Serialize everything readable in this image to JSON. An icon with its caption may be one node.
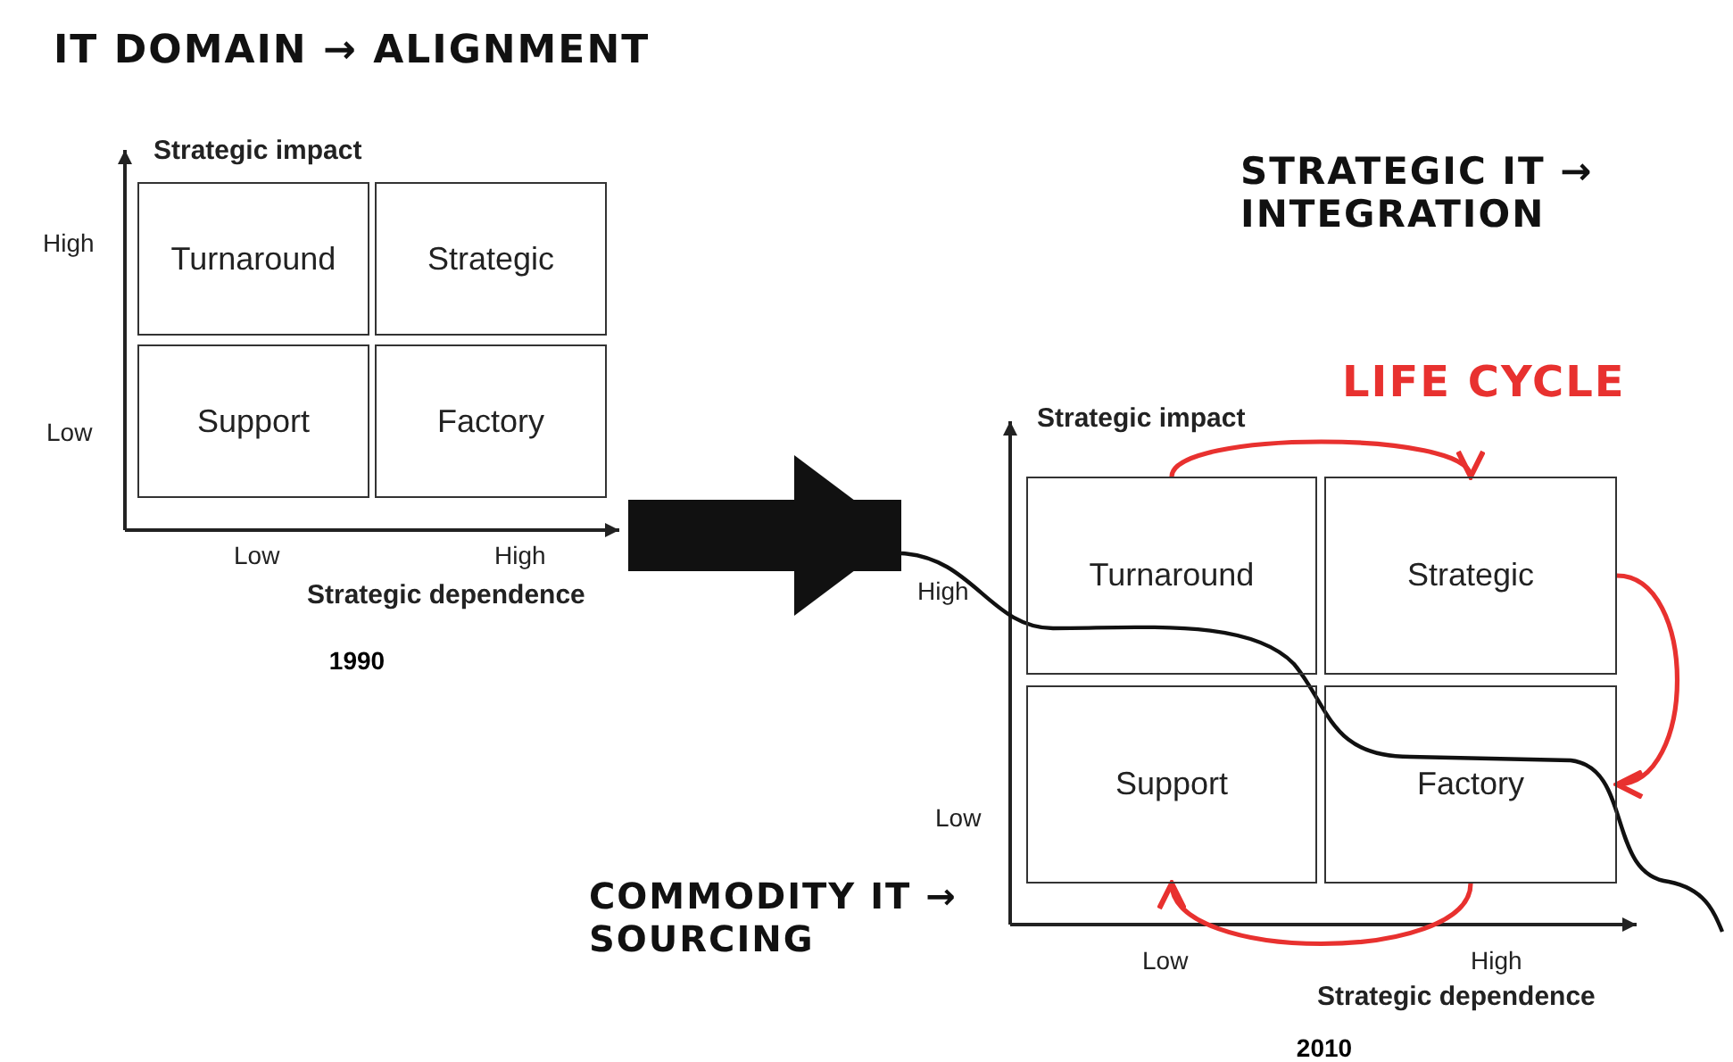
{
  "diagram": {
    "nodes": [
      {
        "text": [
          "1990"
        ]
      },
      {
        "text": [
          "Turnaround"
        ],
        "in": 0
      },
      {
        "text": [
          "Strategic"
        ],
        "in": 0
      },
      {
        "text": [
          "Support"
        ],
        "in": 0
      },
      {
        "text": [
          "Factory"
        ],
        "in": 0
      },
      {
        "text": [
          "2010"
        ]
      },
      {
        "text": [
          "Turnaround"
        ],
        "in": 5
      },
      {
        "text": [
          "Strategic"
        ],
        "in": 5
      },
      {
        "text": [
          "Support"
        ],
        "in": 5
      },
      {
        "text": [
          "Factory"
        ],
        "in": 5
      }
    ],
    "edges": [
      {
        "from": 0,
        "to": 5,
        "arrow": "to",
        "style": "thick",
        "color": "#111111"
      },
      {
        "from": 6,
        "to": 7,
        "arrow": "to"
      },
      {
        "from": 7,
        "to": 9,
        "arrow": "to"
      },
      {
        "from": 9,
        "to": 8,
        "arrow": "to"
      }
    ],
    "labels": [
      "IT DOMAIN → ALIGNMENT",
      "Strategic impact",
      "High",
      "Low",
      "Low",
      "High",
      "Strategic dependence",
      "STRATEGIC IT → INTEGRATION",
      "LIFE CYCLE",
      "Strategic impact",
      "High",
      "Low",
      "COMMODITY IT → SOURCING",
      "Low",
      "High",
      "Strategic dependence"
    ]
  }
}
